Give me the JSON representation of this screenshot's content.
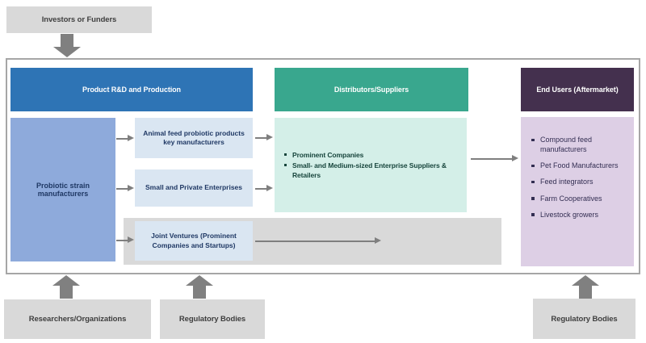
{
  "stakeholders": {
    "investors": {
      "label": "Investors or Funders"
    },
    "researchers": {
      "label": "Researchers/Organizations"
    },
    "regulatory_production": {
      "label": "Regulatory Bodies"
    },
    "regulatory_end_users": {
      "label": "Regulatory Bodies"
    }
  },
  "value_chain": {
    "production": {
      "header": "Product R&D and Production",
      "strain_manufacturers": "Probiotic strain manufacturers",
      "key_manufacturers": "Animal feed probiotic products key manufacturers",
      "small_private_enterprises": "Small and Private Enterprises",
      "joint_ventures": "Joint Ventures (Prominent Companies and Startups)"
    },
    "distributors": {
      "header": "Distributors/Suppliers",
      "items": [
        "Prominent Companies",
        "Small- and Medium-sized Enterprise Suppliers & Retailers"
      ]
    },
    "end_users": {
      "header": "End Users (Aftermarket)",
      "items": [
        "Compound feed manufacturers",
        "Pet Food Manufacturers",
        "Feed integrators",
        "Farm Cooperatives",
        "Livestock growers"
      ]
    }
  },
  "colors": {
    "header_production": "#2E74B5",
    "header_distributors": "#39A78E",
    "header_end_users": "#44304E",
    "strain_box": "#8EAADB",
    "light_blue_box": "#DAE6F2",
    "distributors_box": "#D4EFE8",
    "end_users_box": "#DDCFE5",
    "stakeholder_box": "#D9D9D9",
    "arrow": "#7F7F7F"
  }
}
